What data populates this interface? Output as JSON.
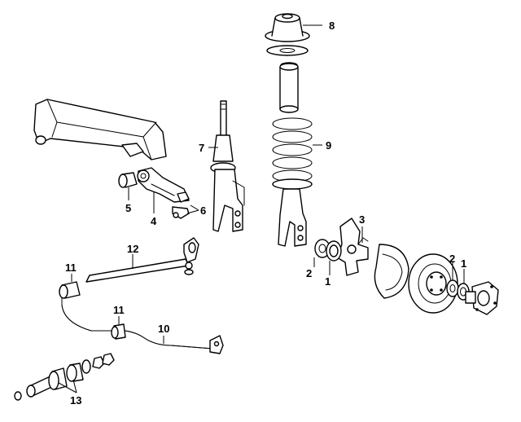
{
  "callouts": {
    "c1a": "1",
    "c1b": "1",
    "c2a": "2",
    "c2b": "2",
    "c3": "3",
    "c4": "4",
    "c5": "5",
    "c6": "6",
    "c7": "7",
    "c8": "8",
    "c9": "9",
    "c10": "10",
    "c11a": "11",
    "c11b": "11",
    "c12": "12",
    "c13": "13"
  },
  "colors": {
    "ink": "#000000",
    "paper": "#ffffff"
  }
}
